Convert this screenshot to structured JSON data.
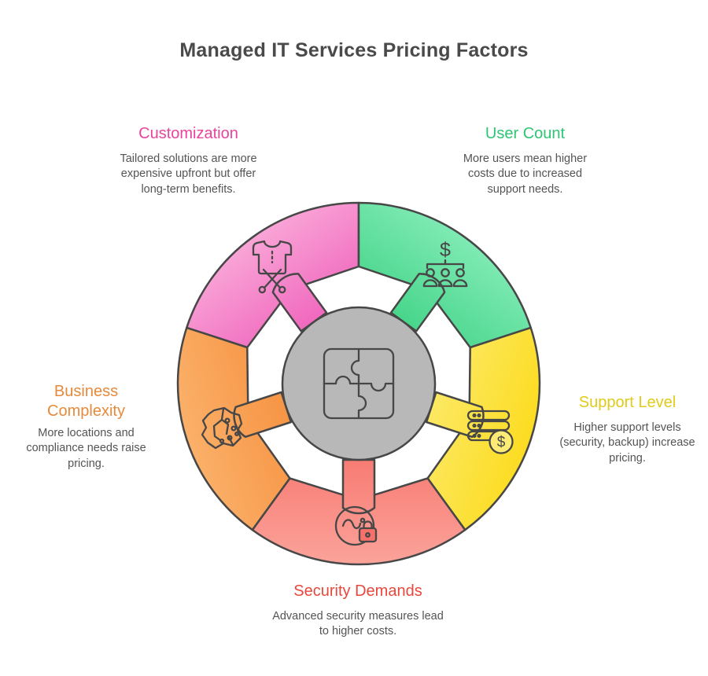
{
  "title": "Managed IT Services Pricing Factors",
  "center": {
    "icon": "puzzle-icon",
    "fill": "#b8b8b8",
    "outline": "#474747"
  },
  "segments": [
    {
      "id": "customization",
      "label": "Customization",
      "description": "Tailored solutions are more expensive upfront but offer long-term benefits.",
      "heading_color": "#e8449c",
      "color_outer": "#f9a5d7",
      "color_inner": "#ee58b7",
      "icon": "tailored-shirt-scissors-icon"
    },
    {
      "id": "user-count",
      "label": "User Count",
      "description": "More users mean higher costs due to increased support needs.",
      "heading_color": "#2ec573",
      "color_outer": "#7feab4",
      "color_inner": "#38d07f",
      "icon": "users-dollar-hierarchy-icon"
    },
    {
      "id": "support-level",
      "label": "Support Level",
      "description": "Higher support levels (security, backup) increase pricing.",
      "heading_color": "#e0cb1a",
      "color_outer": "#fcdc21",
      "color_inner": "#fcec75",
      "icon": "server-dollar-icon"
    },
    {
      "id": "security-demands",
      "label": "Security Demands",
      "description": "Advanced security measures lead to higher costs.",
      "heading_color": "#e8483c",
      "color_outer": "#fba39a",
      "color_inner": "#f7716a",
      "icon": "encrypted-data-lock-icon"
    },
    {
      "id": "business-complexity",
      "label": "Business Complexity",
      "description": "More locations and compliance needs raise pricing.",
      "heading_color": "#e78a3b",
      "color_outer": "#fbb069",
      "color_inner": "#f58d3a",
      "icon": "brain-complexity-icon"
    }
  ],
  "dollar_sign": "$"
}
